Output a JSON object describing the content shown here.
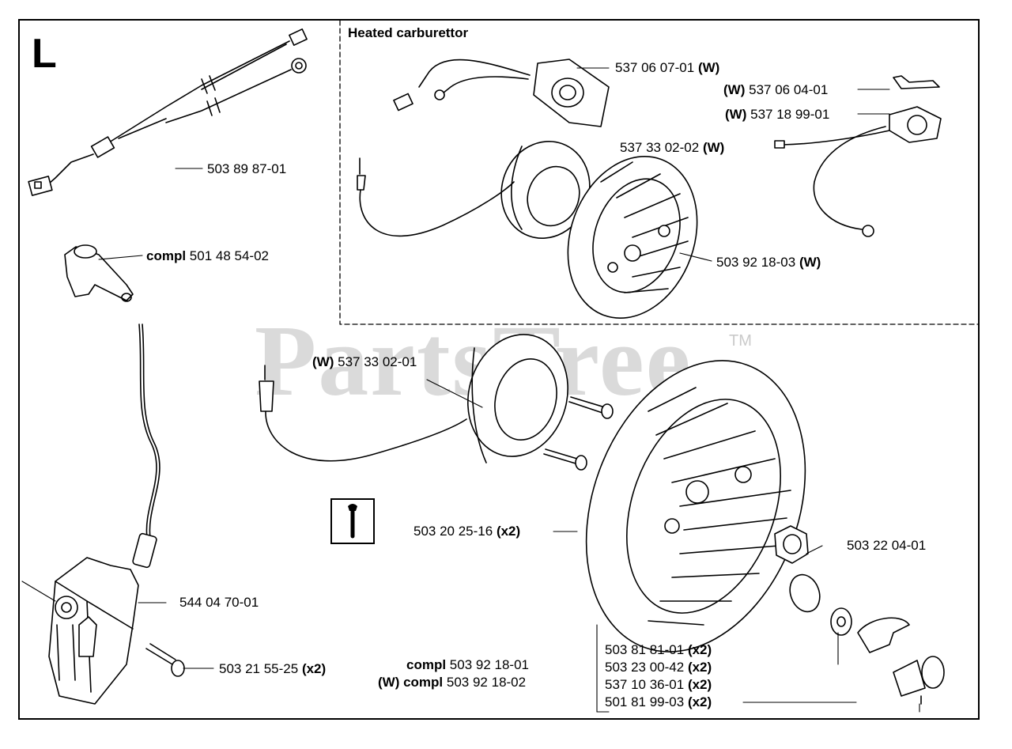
{
  "section": {
    "letter": "L"
  },
  "heated_title": "Heated carburettor",
  "watermark": {
    "text": "PartsTree",
    "tm": "TM"
  },
  "parts": {
    "p1": {
      "num": "537 06 07-01",
      "suffix": "(W)"
    },
    "p2": {
      "prefix": "(W)",
      "num": "537 06 04-01"
    },
    "p3": {
      "prefix": "(W)",
      "num": "537 18 99-01"
    },
    "p4": {
      "num": "537 33 02-02",
      "suffix": "(W)"
    },
    "p5": {
      "num": "503 92 18-03",
      "suffix": "(W)"
    },
    "p6": {
      "num": "503 89 87-01"
    },
    "p7": {
      "prefix": "compl",
      "num": "501 48 54-02"
    },
    "p8": {
      "prefix": "(W)",
      "num": "537 33 02-01"
    },
    "p9": {
      "num": "503 20 25-16",
      "suffix": "(x2)"
    },
    "p10": {
      "num": "503 22 04-01"
    },
    "p11": {
      "num": "544 04 70-01"
    },
    "p12": {
      "num": "503 21 55-25",
      "suffix": "(x2)"
    },
    "p13": {
      "prefix": "compl",
      "num": "503 92 18-01"
    },
    "p14": {
      "prefix": "(W) compl",
      "num": "503 92 18-02"
    },
    "p15": {
      "num": "503 81 81-01",
      "suffix": "(x2)"
    },
    "p16": {
      "num": "503 23 00-42",
      "suffix": "(x2)"
    },
    "p17": {
      "num": "537 10 36-01",
      "suffix": "(x2)"
    },
    "p18": {
      "num": "501 81 99-03",
      "suffix": "(x2)"
    }
  }
}
